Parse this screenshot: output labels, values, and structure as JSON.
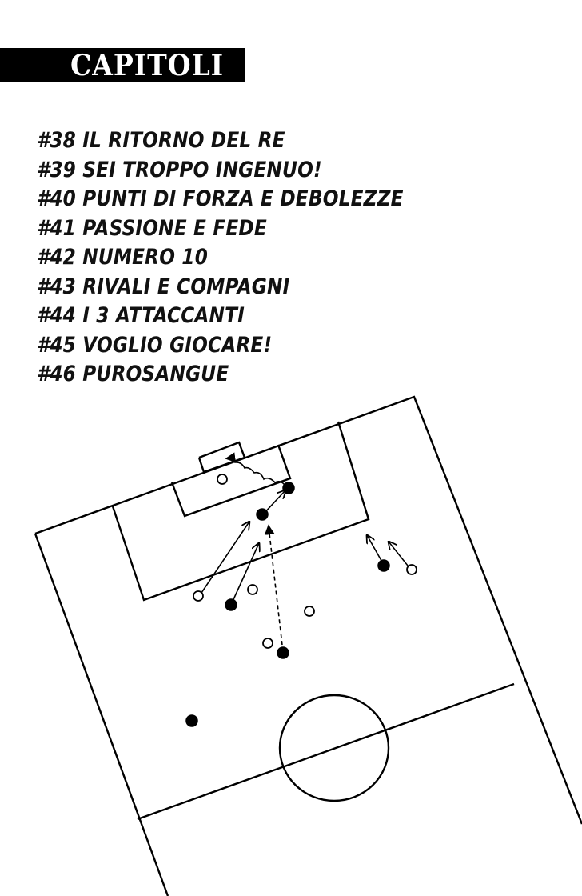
{
  "header": {
    "title": "CAPITOLI"
  },
  "chapters": [
    {
      "label": "#38 IL RITORNO DEL RE"
    },
    {
      "label": "#39 SEI TROPPO INGENUO!"
    },
    {
      "label": "#40 PUNTI DI FORZA E DEBOLEZZE"
    },
    {
      "label": "#41 PASSIONE E FEDE"
    },
    {
      "label": "#42 NUMERO 10"
    },
    {
      "label": "#43 RIVALI E COMPAGNI"
    },
    {
      "label": "#44 I 3 ATTACCANTI"
    },
    {
      "label": "#45 VOGLIO GIOCARE!"
    },
    {
      "label": "#46 PUROSANGUE"
    }
  ],
  "colors": {
    "ink": "#000000",
    "paper": "#ffffff"
  },
  "diagram": {
    "icon": "football-tactics-diagram"
  }
}
